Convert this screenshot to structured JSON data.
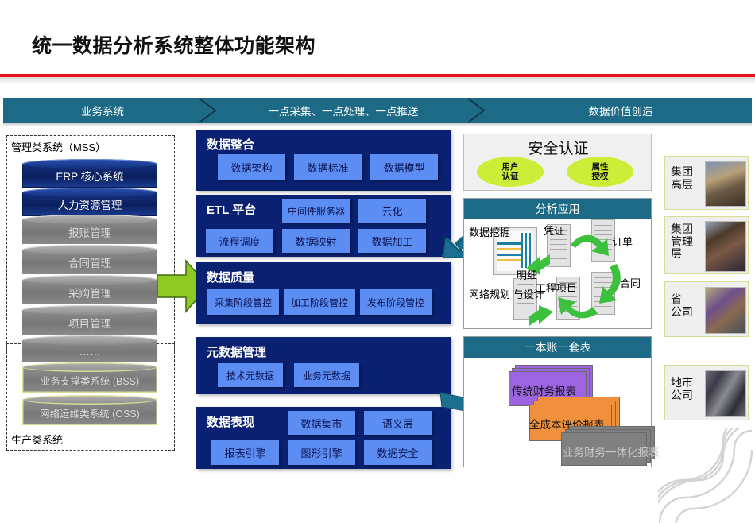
{
  "title": "统一数据分析系统整体功能架构",
  "banner": {
    "segments": [
      "业务系统",
      "一点采集、一点处理、一点推送",
      "数据价值创造"
    ],
    "color": "#1c6a85"
  },
  "left_panel": {
    "mss_label": "管理类系统（MSS）",
    "production_label": "生产类系统",
    "systems": [
      {
        "label": "ERP 核心系统",
        "style": "blue"
      },
      {
        "label": "人力资源管理",
        "style": "blue"
      },
      {
        "label": "报账管理",
        "style": "gray"
      },
      {
        "label": "合同管理",
        "style": "gray"
      },
      {
        "label": "采购管理",
        "style": "gray"
      },
      {
        "label": "项目管理",
        "style": "gray"
      },
      {
        "label": "……",
        "style": "gray"
      },
      {
        "label": "业务支撑类系统 (BSS)",
        "style": "olive"
      },
      {
        "label": "网络运维类系统 (OSS)",
        "style": "olive"
      }
    ]
  },
  "center_panel": {
    "accent": "#0a2070",
    "box_color": "#5b8df3",
    "blocks": [
      {
        "header": "数据整合",
        "items": [
          "数据架构",
          "数据标准",
          "数据模型"
        ]
      },
      {
        "header": "ETL 平台",
        "items": [
          "中间件服务器",
          "云化",
          "流程调度",
          "数据映射",
          "数据加工"
        ]
      },
      {
        "header": "数据质量",
        "items": [
          "采集阶段管控",
          "加工阶段管控",
          "发布阶段管控"
        ]
      },
      {
        "header": "元数据管理",
        "items": [
          "技术元数据",
          "业务元数据"
        ]
      },
      {
        "header": "数据表现",
        "items": [
          "数据集市",
          "语义层",
          "报表引擎",
          "图形引擎",
          "数据安全"
        ]
      }
    ]
  },
  "security": {
    "title": "安全认证",
    "ellipse_color": "#cdee38",
    "items": [
      {
        "line1": "用户",
        "line2": "认证"
      },
      {
        "line1": "属性",
        "line2": "授权"
      }
    ]
  },
  "analysis": {
    "title": "分析应用",
    "labels": [
      "数据挖掘",
      "凭证",
      "订单",
      "合同",
      "明细",
      "工程项目",
      "网络规划\n与设计"
    ],
    "arrow_color": "#3cc13c"
  },
  "reports": {
    "title": "一本账一套表",
    "stacks": [
      {
        "label": "传统财务报表",
        "color": "#9c64e0"
      },
      {
        "label": "全成本评价报表",
        "color": "#f0903c"
      },
      {
        "label": "业务财务一体化报表",
        "color": "#808080"
      }
    ]
  },
  "audience": {
    "cards": [
      {
        "label": "集团\n高层"
      },
      {
        "label": "集团\n管理\n层"
      },
      {
        "label": "省\n公司"
      },
      {
        "label": "地市\n公司"
      }
    ]
  }
}
